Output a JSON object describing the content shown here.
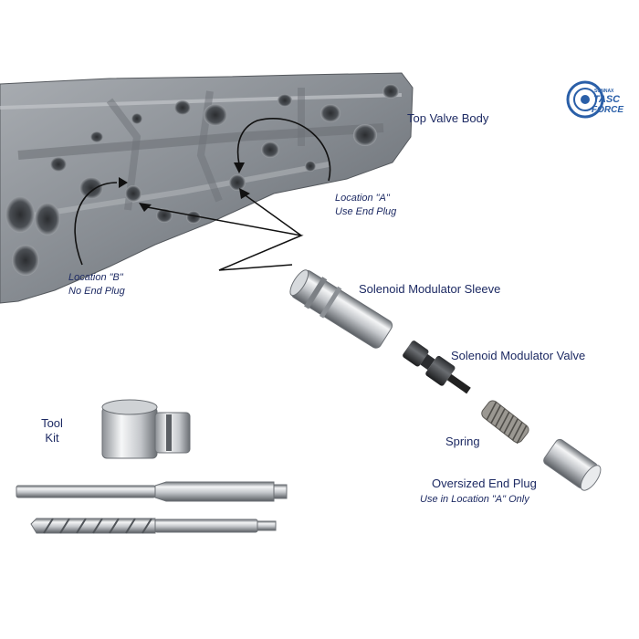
{
  "labels": {
    "top_valve_body": "Top Valve Body",
    "location_a_line1": "Location \"A\"",
    "location_a_line2": "Use End Plug",
    "location_b_line1": "Location \"B\"",
    "location_b_line2": "No End Plug",
    "solenoid_modulator_sleeve": "Solenoid Modulator Sleeve",
    "solenoid_modulator_valve": "Solenoid Modulator Valve",
    "spring": "Spring",
    "oversized_end_plug": "Oversized End Plug",
    "oversized_end_plug_note": "Use in Location \"A\" Only",
    "tool_kit_line1": "Tool",
    "tool_kit_line2": "Kit"
  },
  "logo": {
    "small_text": "SONNAX",
    "line1": "TASC",
    "line2": "FORCE"
  },
  "colors": {
    "label_blue": "#1d2a63",
    "logo_blue": "#2a5fa8",
    "metal_gray": "#8a8e93"
  }
}
